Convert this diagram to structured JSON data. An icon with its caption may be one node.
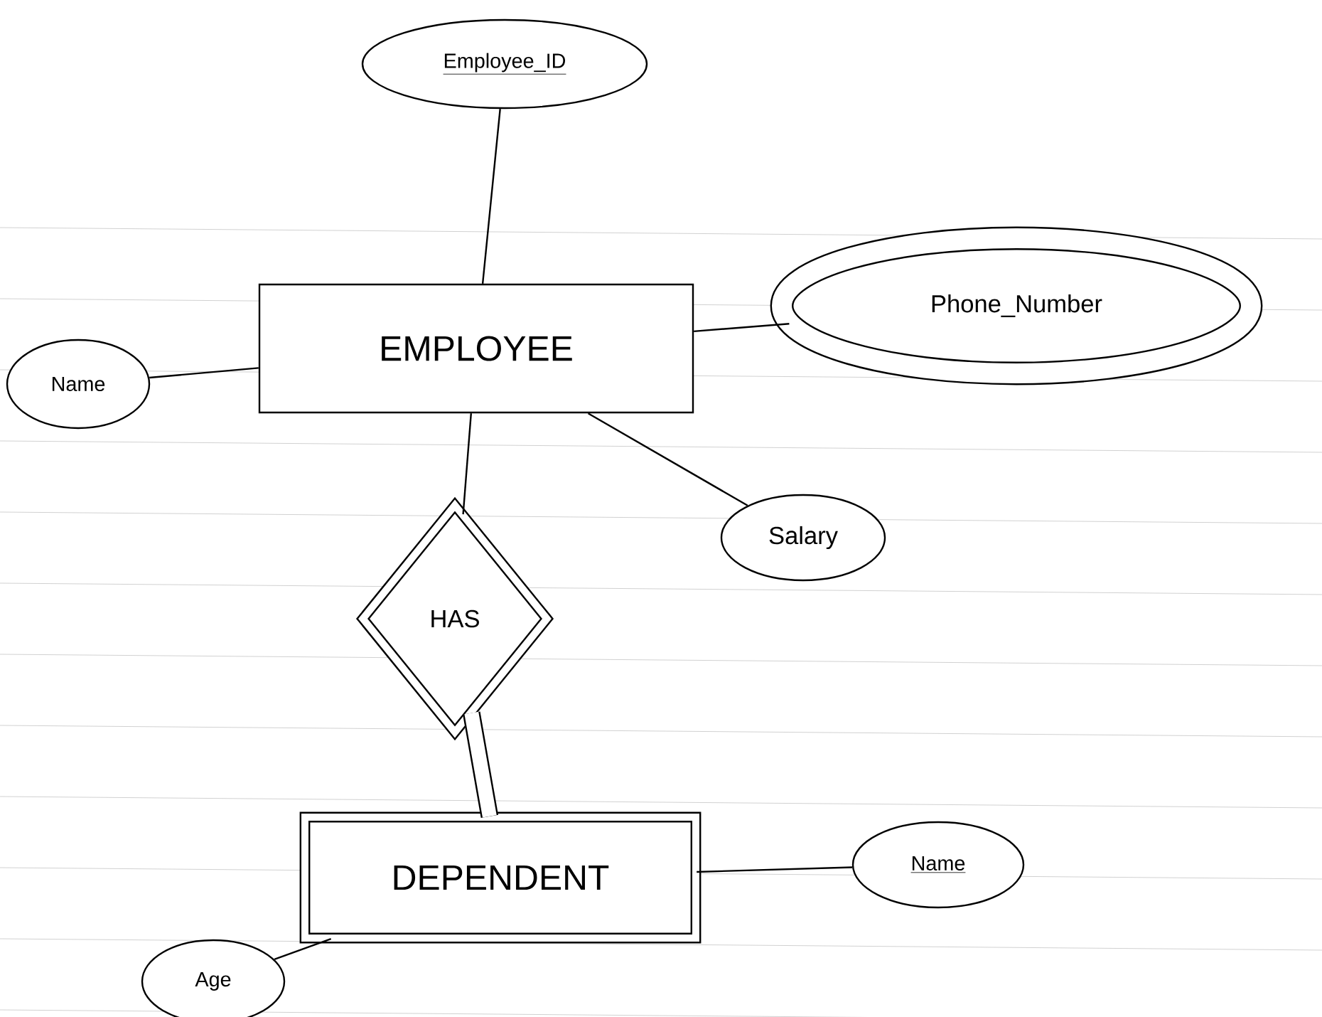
{
  "diagram": {
    "nodes": [
      {
        "text": [
          "Employee_ID"
        ]
      },
      {
        "text": [
          "EMPLOYEE"
        ]
      },
      {
        "text": [
          "Name"
        ]
      },
      {
        "text": [
          "Phone_Number"
        ]
      },
      {
        "text": [
          "Salary"
        ]
      },
      {
        "text": [
          "HAS"
        ]
      },
      {
        "text": [
          "DEPENDENT"
        ]
      },
      {
        "text": [
          "Age"
        ]
      },
      {
        "text": [
          "Name"
        ]
      }
    ],
    "edges": [
      {
        "from": 0,
        "to": 1,
        "arrow": "none"
      },
      {
        "from": 2,
        "to": 1,
        "arrow": "none"
      },
      {
        "from": 1,
        "to": 3,
        "arrow": "none"
      },
      {
        "from": 1,
        "to": 4,
        "arrow": "none"
      },
      {
        "from": 1,
        "to": 5,
        "arrow": "none"
      },
      {
        "from": 5,
        "to": 6,
        "arrow": "none",
        "style": "thick"
      },
      {
        "from": 7,
        "to": 6,
        "arrow": "none"
      },
      {
        "from": 6,
        "to": 8,
        "arrow": "none"
      }
    ]
  }
}
